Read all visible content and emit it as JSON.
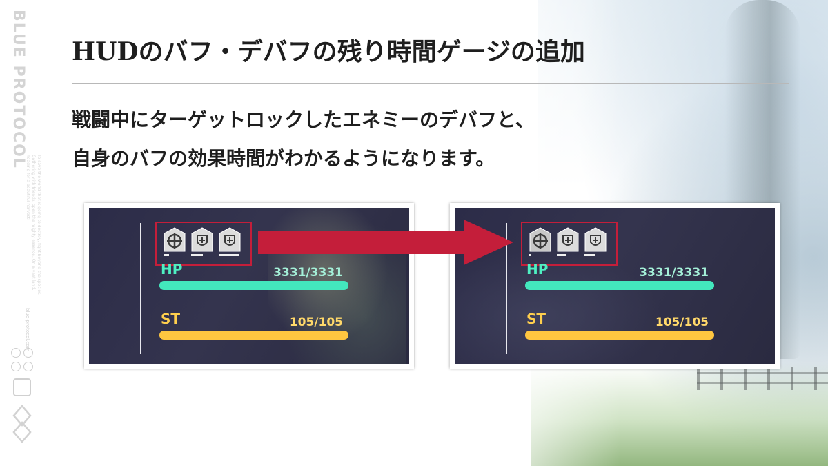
{
  "slide": {
    "title": "HUDのバフ・デバフの残り時間ゲージの追加",
    "subtitle_lines": [
      "戦闘中にターゲットロックしたエネミーのデバフと、",
      "自身のバフの効果時間がわかるようになります。"
    ]
  },
  "branding": {
    "logo_text": "BLUE PROTOCOL",
    "fine_print": "To save the world that is going to destroy, fight beyond the species. Gathering with friends, open the mighty essence. On a vast land, heading for a beautiful harvest!",
    "url": "blue-protocol.com"
  },
  "hud": {
    "before": {
      "hp_label": "HP",
      "hp_value": "3331/3331",
      "hp_fraction": 1.0,
      "st_label": "ST",
      "st_value": "105/105",
      "st_fraction": 1.0,
      "buffs": [
        {
          "icon": "debuff-cross-icon",
          "timer_fraction": 0.25
        },
        {
          "icon": "shield-plus-icon",
          "timer_fraction": 0.55
        },
        {
          "icon": "shield-plus-icon",
          "timer_fraction": 0.95
        }
      ]
    },
    "after": {
      "hp_label": "HP",
      "hp_value": "3331/3331",
      "hp_fraction": 1.0,
      "st_label": "ST",
      "st_value": "105/105",
      "st_fraction": 1.0,
      "buffs": [
        {
          "icon": "debuff-cross-icon",
          "timer_fraction": 0.1
        },
        {
          "icon": "shield-plus-icon",
          "timer_fraction": 0.45
        },
        {
          "icon": "shield-plus-icon",
          "timer_fraction": 0.5
        }
      ]
    }
  },
  "colors": {
    "highlight": "#c41e3a",
    "hp": "#43e7bd",
    "st": "#ffc640"
  }
}
